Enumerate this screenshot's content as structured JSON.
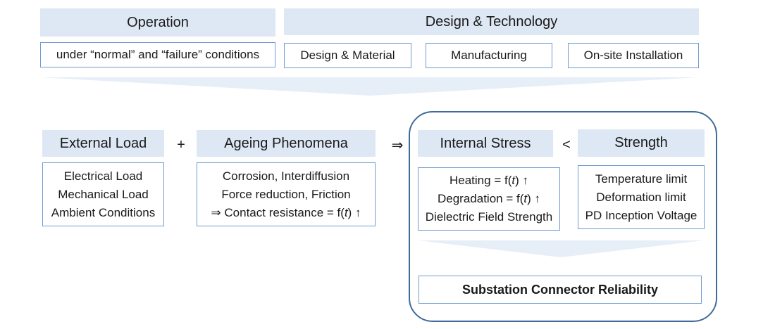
{
  "top": {
    "operation": {
      "header": "Operation",
      "box": "under “normal” and “failure” conditions"
    },
    "design_technology": {
      "header": "Design & Technology",
      "boxes": [
        "Design & Material",
        "Manufacturing",
        "On-site Installation"
      ]
    }
  },
  "middle": {
    "external_load": {
      "header": "External Load",
      "lines": [
        "Electrical Load",
        "Mechanical Load",
        "Ambient Conditions"
      ]
    },
    "plus": "+",
    "ageing": {
      "header": "Ageing Phenomena",
      "lines": [
        "Corrosion, Interdiffusion",
        "Force reduction, Friction"
      ],
      "line3_prefix": "⇒ Contact resistance = f(",
      "line3_var": "t",
      "line3_suffix": ") ↑"
    },
    "implies": "⇒",
    "internal_stress": {
      "header": "Internal Stress",
      "heating_prefix": "Heating = f(",
      "heating_var": "t",
      "heating_suffix": ") ↑",
      "degradation_prefix": "Degradation = f(",
      "degradation_var": "t",
      "degradation_suffix": ") ↑",
      "dielectric": "Dielectric Field Strength"
    },
    "less_than": "<",
    "strength": {
      "header": "Strength",
      "lines": [
        "Temperature limit",
        "Deformation limit",
        "PD Inception Voltage"
      ]
    }
  },
  "result": "Substation Connector Reliability",
  "colors": {
    "header_fill": "#dde8f4",
    "box_border": "#6f9bd1",
    "frame_border": "#3f6b9a",
    "arrow_fill": "#e6eef8"
  }
}
